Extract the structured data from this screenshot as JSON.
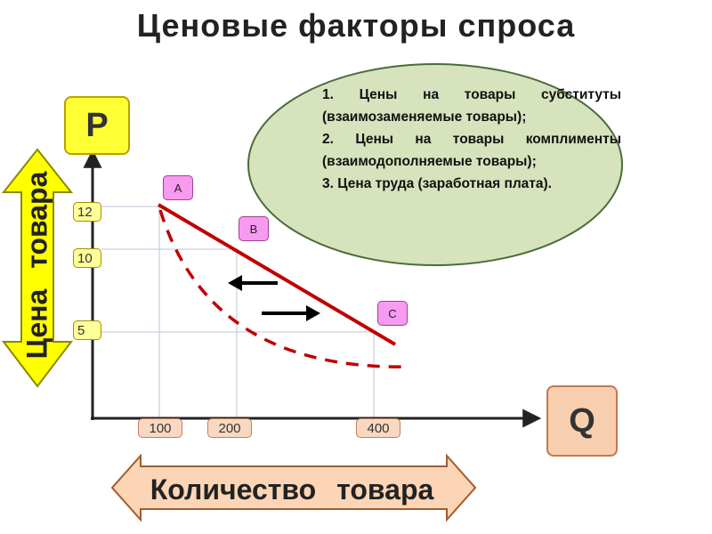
{
  "title": "Ценовые факторы спроса",
  "factors": [
    "1. Цены на товары субституты (взаимозаменяемые товары);",
    "2. Цены на товары комплименты (взаимодополняемые товары);",
    "3. Цена труда (заработная плата)."
  ],
  "axes": {
    "y_symbol": "P",
    "x_symbol": "Q",
    "y_label": "Цена товара",
    "x_label": "Количество товара",
    "y_ticks": [
      "12",
      "10",
      "5"
    ],
    "x_ticks": [
      "100",
      "200",
      "400"
    ]
  },
  "points": [
    {
      "label": "A",
      "q": 100,
      "p": 12
    },
    {
      "label": "B",
      "q": 200,
      "p": 10
    },
    {
      "label": "C",
      "q": 400,
      "p": 5
    }
  ],
  "colors": {
    "demand_line": "#c00000",
    "ellipse_fill": "#d6e3bc",
    "ellipse_stroke": "#4a6b3a",
    "y_arrow_fill": "#ffff00",
    "x_arrow_fill": "#fbd5b5",
    "point_box": "#f79bf0"
  },
  "icons": [
    "arrow-left-icon",
    "arrow-right-icon"
  ]
}
